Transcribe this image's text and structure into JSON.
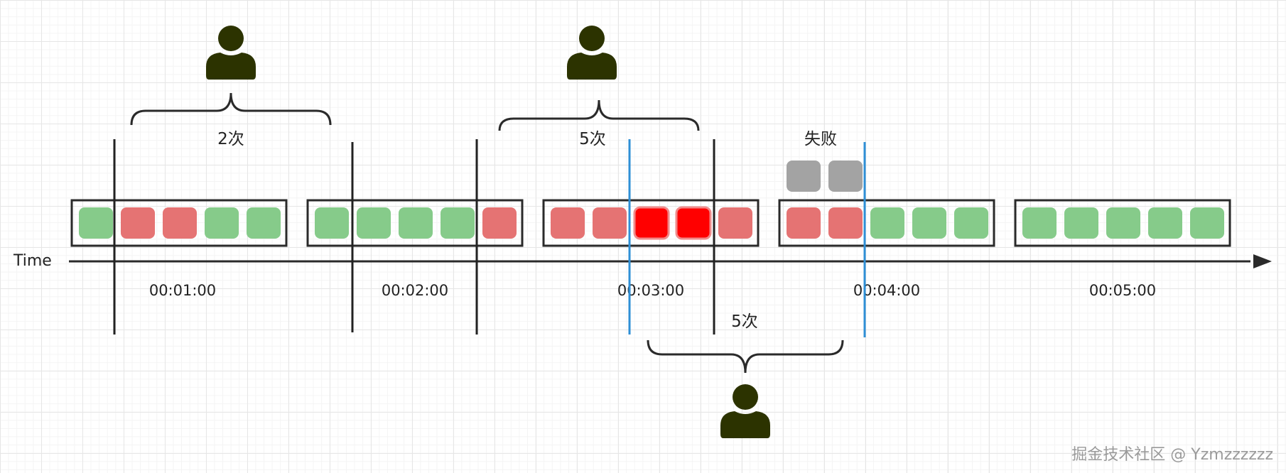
{
  "timeline": {
    "axis_label": "Time",
    "ticks": [
      "00:01:00",
      "00:02:00",
      "00:03:00",
      "00:04:00",
      "00:05:00"
    ]
  },
  "windows": [
    {
      "cells": [
        "ok",
        "fail",
        "fail",
        "ok",
        "ok"
      ]
    },
    {
      "cells": [
        "ok",
        "ok",
        "ok",
        "ok",
        "fail"
      ]
    },
    {
      "cells": [
        "fail",
        "fail",
        "fail-strong",
        "fail-strong",
        "fail"
      ]
    },
    {
      "cells": [
        "fail",
        "fail",
        "ok",
        "ok",
        "ok"
      ]
    },
    {
      "cells": [
        "ok",
        "ok",
        "ok",
        "ok",
        "ok"
      ]
    }
  ],
  "annotations": {
    "brace_1_label": "2次",
    "brace_2_label": "5次",
    "brace_3_label": "5次",
    "rejected_label": "失败",
    "rejected_count": 2
  },
  "icons": {
    "user": "user-icon"
  },
  "colors": {
    "ok": "#86cb8a",
    "fail": "#e57373",
    "fail_strong": "#ff0000",
    "rejected": "#a3a3a3",
    "user": "#2c3300",
    "sliding_line": "#2e8fd6",
    "line": "#222222"
  },
  "watermark": "掘金技术社区 @ Yzmzzzzzz"
}
